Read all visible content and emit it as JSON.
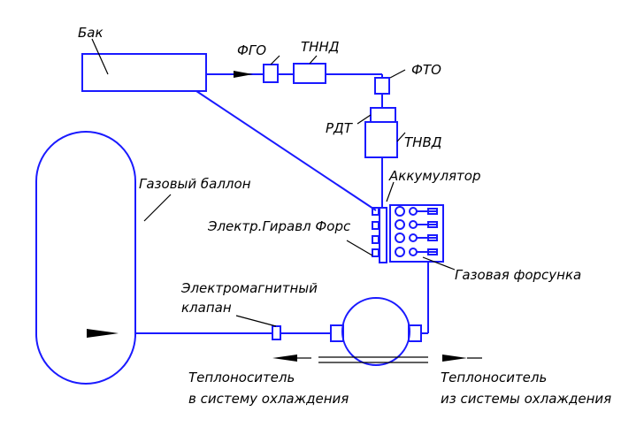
{
  "labels": {
    "tank": "Бак",
    "fgo": "ФГО",
    "tnnd": "ТННД",
    "fto": "ФТО",
    "rdt": "РДТ",
    "tnvd": "ТНВД",
    "accumulator": "Аккумулятор",
    "gas_cylinder": "Газовый баллон",
    "electro_hydraulic_injectors": "Электр.Гиравл Форс",
    "gas_injector": "Газовая форсунка",
    "solenoid_valve_line1": "Электромагнитный",
    "solenoid_valve_line2": "клапан",
    "coolant_out_line1": "Теплоноситель",
    "coolant_out_line2": "в систему охлаждения",
    "coolant_in_line1": "Теплоноситель",
    "coolant_in_line2": "из системы охлаждения"
  },
  "colors": {
    "pipe": "#1a1aff",
    "text": "#000000",
    "background": "#ffffff"
  }
}
